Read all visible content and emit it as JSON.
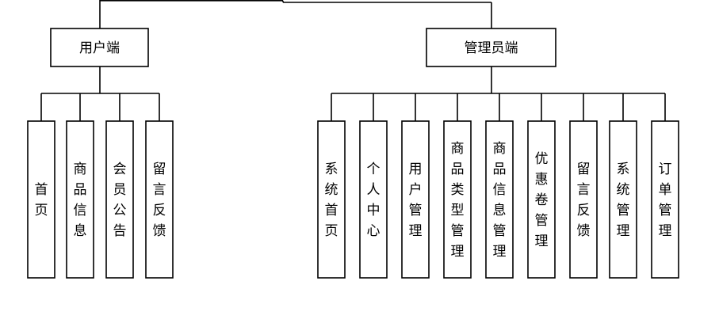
{
  "diagram": {
    "branches": [
      {
        "label": "用户端",
        "children": [
          "首页",
          "商品信息",
          "会员公告",
          "留言反馈"
        ]
      },
      {
        "label": "管理员端",
        "children": [
          "系统首页",
          "个人中心",
          "用户管理",
          "商品类型管理",
          "商品信息管理",
          "优惠卷管理",
          "留言反馈",
          "系统管理",
          "订单管理"
        ]
      }
    ]
  }
}
